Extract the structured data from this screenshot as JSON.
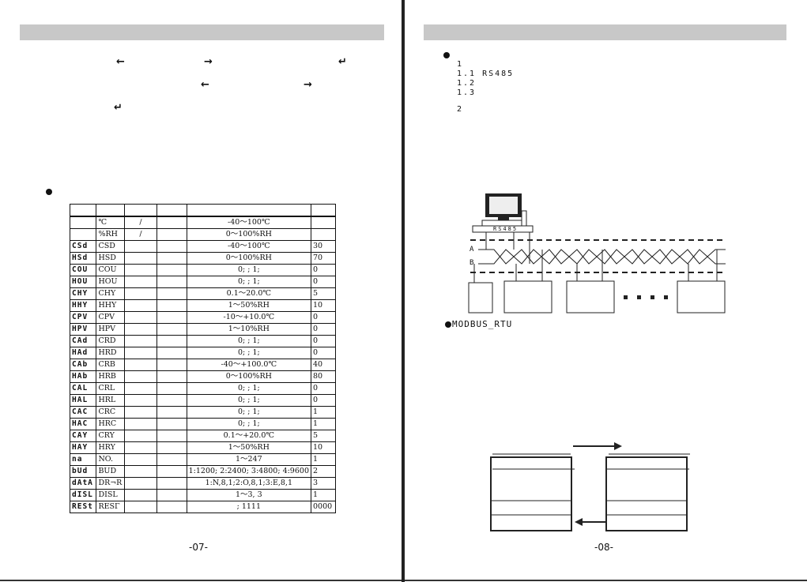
{
  "left_page": {
    "page_number": "-07-",
    "arrows": [
      "←",
      "→",
      "↵",
      "←",
      "→",
      "↵"
    ],
    "table": {
      "rows": [
        {
          "seg": "",
          "code": "℃",
          "desc": "/",
          "range": "-40～100℃",
          "default": ""
        },
        {
          "seg": "",
          "code": "%RH",
          "desc": "/",
          "range": "0～100%RH",
          "default": ""
        },
        {
          "seg": "CSd",
          "code": "CSD",
          "desc": "",
          "range": "-40～100℃",
          "default": "30"
        },
        {
          "seg": "HSd",
          "code": "HSD",
          "desc": "",
          "range": "0～100%RH",
          "default": "70"
        },
        {
          "seg": "COU",
          "code": "COU",
          "desc": "",
          "range": "0;        ; 1;",
          "default": "0"
        },
        {
          "seg": "HOU",
          "code": "HOU",
          "desc": "",
          "range": "0;        ; 1;",
          "default": "0"
        },
        {
          "seg": "CHY",
          "code": "CHY",
          "desc": "",
          "range": "0.1～20.0℃",
          "default": "5"
        },
        {
          "seg": "HHY",
          "code": "HHY",
          "desc": "",
          "range": "1～50%RH",
          "default": "10"
        },
        {
          "seg": "CPV",
          "code": "CPV",
          "desc": "",
          "range": "-10～+10.0℃",
          "default": "0"
        },
        {
          "seg": "HPV",
          "code": "HPV",
          "desc": "",
          "range": "1～10%RH",
          "default": "0"
        },
        {
          "seg": "CAd",
          "code": "CRD",
          "desc": "",
          "range": "0;     ; 1;",
          "default": "0"
        },
        {
          "seg": "HAd",
          "code": "HRD",
          "desc": "",
          "range": "0;     ; 1;",
          "default": "0"
        },
        {
          "seg": "CAb",
          "code": "CRB",
          "desc": "",
          "range": "-40～+100.0℃",
          "default": "40"
        },
        {
          "seg": "HAb",
          "code": "HRB",
          "desc": "",
          "range": "0～100%RH",
          "default": "80"
        },
        {
          "seg": "CAL",
          "code": "CRL",
          "desc": "",
          "range": "0;     ; 1;",
          "default": "0"
        },
        {
          "seg": "HAL",
          "code": "HRL",
          "desc": "",
          "range": "0;      ; 1;",
          "default": "0"
        },
        {
          "seg": "CAC",
          "code": "CRC",
          "desc": "",
          "range": "0;              ; 1;",
          "default": "1"
        },
        {
          "seg": "HAC",
          "code": "HRC",
          "desc": "",
          "range": "0;              ; 1;",
          "default": "1"
        },
        {
          "seg": "CAY",
          "code": "CRY",
          "desc": "",
          "range": "0.1～+20.0℃",
          "default": "5"
        },
        {
          "seg": "HAY",
          "code": "HRY",
          "desc": "",
          "range": "1～50%RH",
          "default": "10"
        },
        {
          "seg": "na",
          "code": "NO.",
          "desc": "",
          "range": "1～247",
          "default": "1"
        },
        {
          "seg": "bUd",
          "code": "BUD",
          "desc": "",
          "range": "1:1200; 2:2400; 3:4800; 4:9600",
          "default": "2"
        },
        {
          "seg": "dAtA",
          "code": "DR¬R",
          "desc": "",
          "range": "1:N,8,1;2:O,8,1;3:E,8,1",
          "default": "3"
        },
        {
          "seg": "dISL",
          "code": "DISL",
          "desc": "",
          "range": "1～3,  3",
          "default": "1"
        },
        {
          "seg": "RESt",
          "code": "RESΓ",
          "desc": "",
          "range": "; 1111",
          "default": "0000"
        }
      ]
    }
  },
  "right_page": {
    "page_number": "-08-",
    "toc": [
      "1",
      "1.1 RS485",
      "1.2",
      "1.3",
      "2"
    ],
    "diagram": {
      "converter_label": "RS485",
      "line_a": "A",
      "line_b": "B",
      "dots": "■ ■ ■ ■"
    },
    "modbus_label": "MODBUS_RTU"
  }
}
